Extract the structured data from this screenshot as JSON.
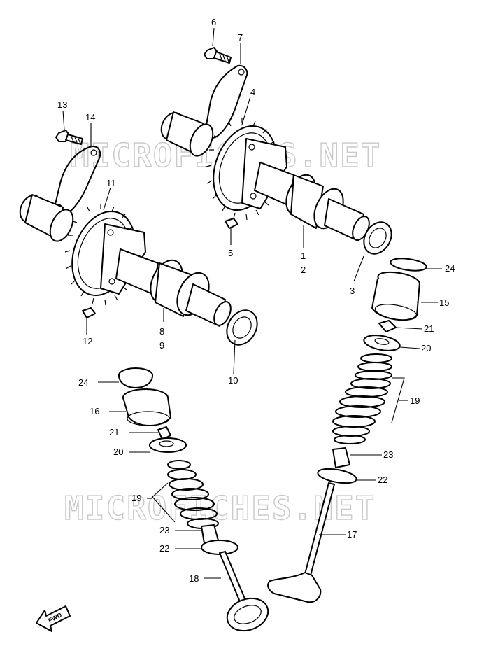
{
  "watermark_text": "MICROFICHES.NET",
  "fwd_label": "FWD",
  "callouts": {
    "c1": "1",
    "c2": "2",
    "c3": "3",
    "c4": "4",
    "c5": "5",
    "c6": "6",
    "c7": "7",
    "c8": "8",
    "c9": "9",
    "c10": "10",
    "c11": "11",
    "c12": "12",
    "c13": "13",
    "c14": "14",
    "c15": "15",
    "c16": "16",
    "c17": "17",
    "c18": "18",
    "c19a": "19",
    "c19b": "19",
    "c20a": "20",
    "c20b": "20",
    "c21a": "21",
    "c21b": "21",
    "c22a": "22",
    "c22b": "22",
    "c23a": "23",
    "c23b": "23",
    "c24a": "24",
    "c24b": "24"
  }
}
